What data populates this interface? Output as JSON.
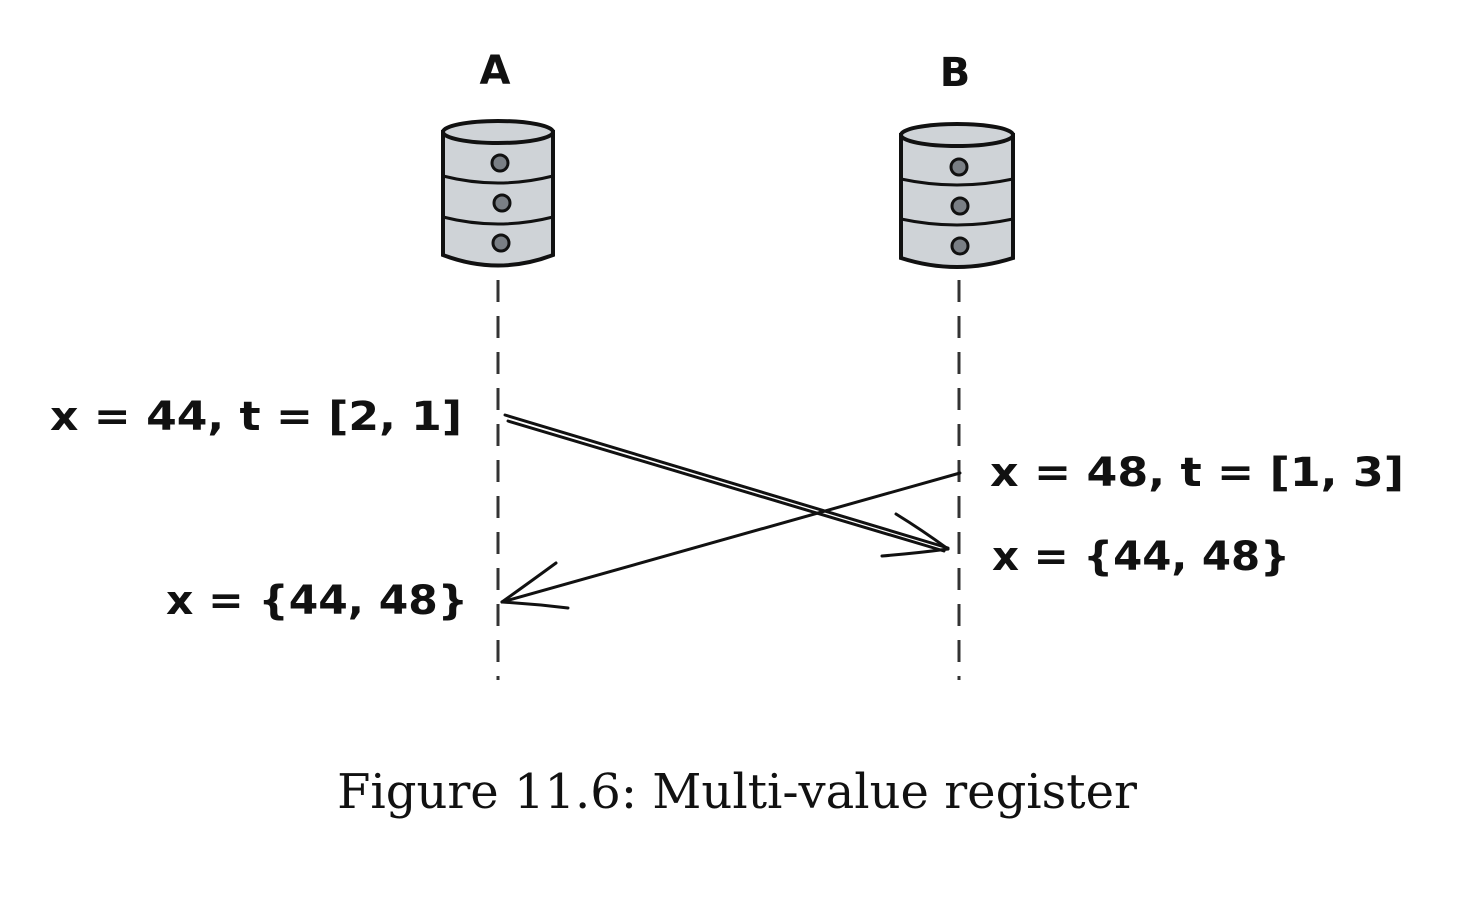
{
  "diagram": {
    "nodes": [
      {
        "id": "A",
        "label": "A"
      },
      {
        "id": "B",
        "label": "B"
      }
    ],
    "annotations": {
      "a_write": "x = 44, t = [2, 1]",
      "a_result": "x = {44, 48}",
      "b_write": "x = 48, t = [1, 3]",
      "b_result": "x = {44, 48}"
    },
    "caption": "Figure 11.6: Multi-value register",
    "colors": {
      "ink": "#111111",
      "database_fill": "#cfd3d7",
      "database_dot": "#7a7f85",
      "lifeline": "#333333"
    },
    "icons": [
      "database-icon",
      "database-icon"
    ]
  }
}
